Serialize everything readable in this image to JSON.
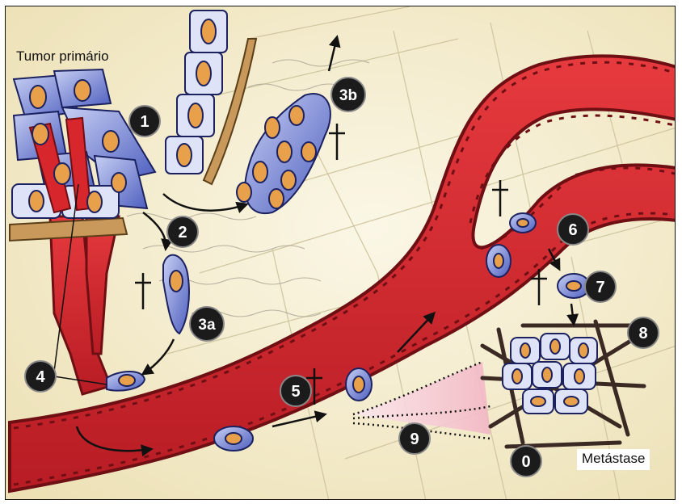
{
  "labels": {
    "primary_tumor": "Tumor primário",
    "metastasis": "Metástase"
  },
  "steps": {
    "s1": "1",
    "s2": "2",
    "s3a": "3a",
    "s3b": "3b",
    "s4": "4",
    "s5": "5",
    "s6": "6",
    "s7": "7",
    "s8": "8",
    "s9": "9",
    "s0": "0"
  },
  "colors": {
    "background": "#f3ecd0",
    "vessel": "#d8262d",
    "vessel_border": "#6e0f14",
    "cell": "#5f6fc8",
    "nucleus": "#e8a04a",
    "badge": "#1b1b1b"
  }
}
